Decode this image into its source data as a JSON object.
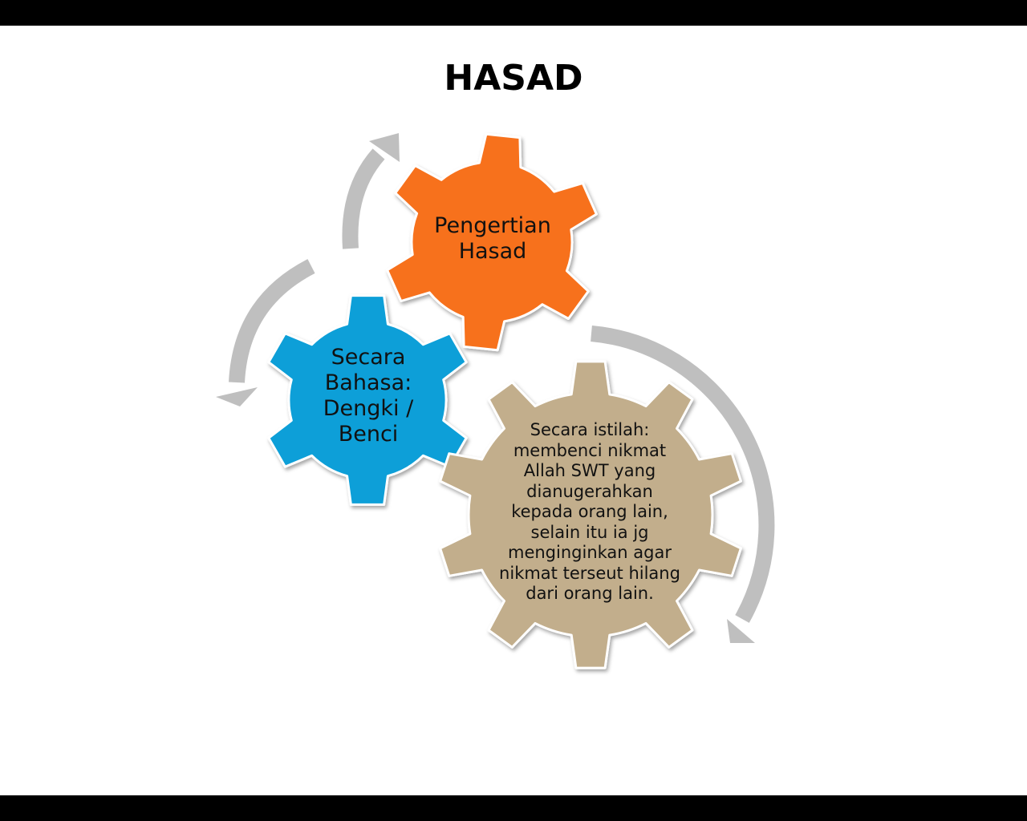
{
  "slide": {
    "title": "HASAD"
  },
  "gears": {
    "top": {
      "label": "Pengertian\nHasad",
      "color": "#F7711E"
    },
    "left": {
      "label": "Secara\nBahasa:\nDengki /\nBenci",
      "color": "#0A9FD8"
    },
    "bottom": {
      "label": "Secara istilah:\nmembenci nikmat\nAllah SWT yang\ndianugerahkan\nkepada orang lain,\nselain itu ia jg\nmenginginkan agar\nnikmat terseut hilang\ndari orang lain.",
      "color": "#C2AE8C"
    }
  },
  "arrows": {
    "color": "#BFBFBF"
  }
}
